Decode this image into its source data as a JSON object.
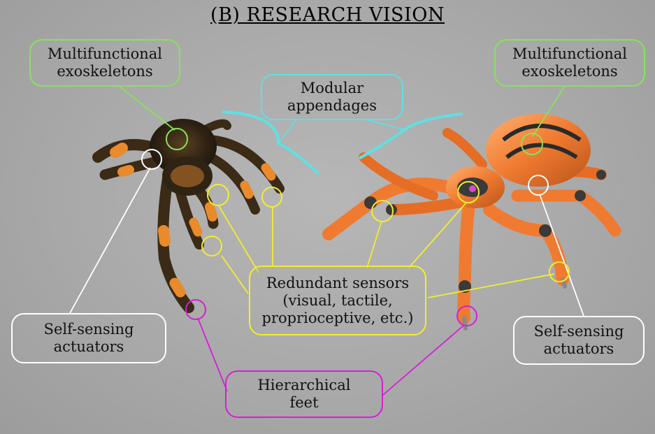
{
  "title": "(B) RESEARCH VISION",
  "labels": {
    "exo_left": {
      "line1": "Multifunctional",
      "line2": "exoskeletons"
    },
    "exo_right": {
      "line1": "Multifunctional",
      "line2": "exoskeletons"
    },
    "modular": {
      "line1": "Modular",
      "line2": "appendages"
    },
    "sensors": {
      "line1": "Redundant sensors",
      "line2": "(visual, tactile,",
      "line3": "proprioceptive, etc.)"
    },
    "act_left": {
      "line1": "Self-sensing",
      "line2": "actuators"
    },
    "act_right": {
      "line1": "Self-sensing",
      "line2": "actuators"
    },
    "feet": {
      "line1": "Hierarchical",
      "line2": "feet"
    }
  },
  "colors": {
    "exoskeletons": "#86e35a",
    "appendages": "#5fe0e4",
    "sensors": "#f2ee2c",
    "actuators": "#ffffff",
    "feet": "#d61ed8"
  }
}
